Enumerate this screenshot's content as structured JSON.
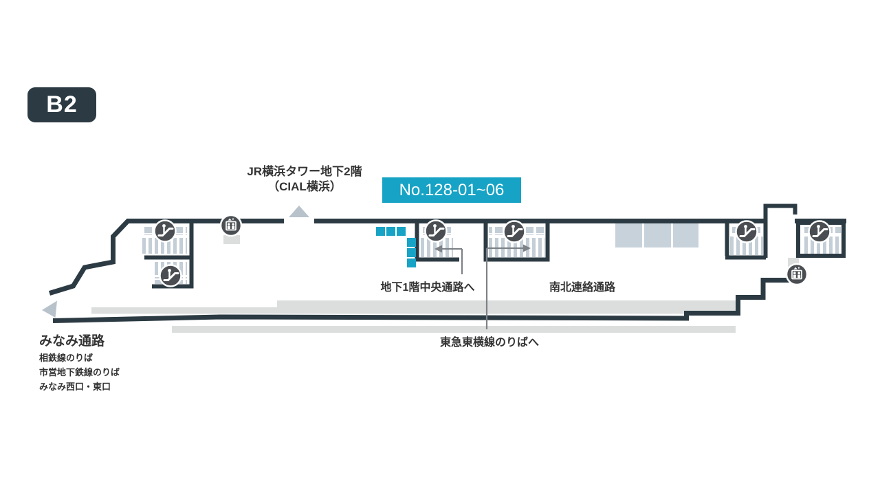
{
  "floor_badge": {
    "label": "B2"
  },
  "sign_box": {
    "label": "No.128-01~06"
  },
  "map": {
    "tower_label_line1": "JR横浜タワー地下2階",
    "tower_label_line2": "（CIAL横浜）",
    "to_b1_central": "地下1階中央通路へ",
    "north_south_passage": "南北連絡通路",
    "to_tokyu_toyoko": "東急東横線のりばへ",
    "minami_passage": "みなみ通路",
    "minami_lines": [
      "相鉄線のりば",
      "市営地下鉄線のりば",
      "みなみ西口・東口"
    ]
  },
  "sign_markers": {
    "count": 6
  },
  "icons": {
    "escalator": "escalator-icon",
    "elevator": "elevator-icon"
  },
  "colors": {
    "wall": "#2c3b43",
    "accent": "#16a3c5",
    "corridor": "#dcdede",
    "hatch": "#c4ced7",
    "block": "#c8d2da",
    "triangle": "#b8c2cb",
    "arrow": "#7d8287",
    "iconbg": "#4a4e52"
  }
}
